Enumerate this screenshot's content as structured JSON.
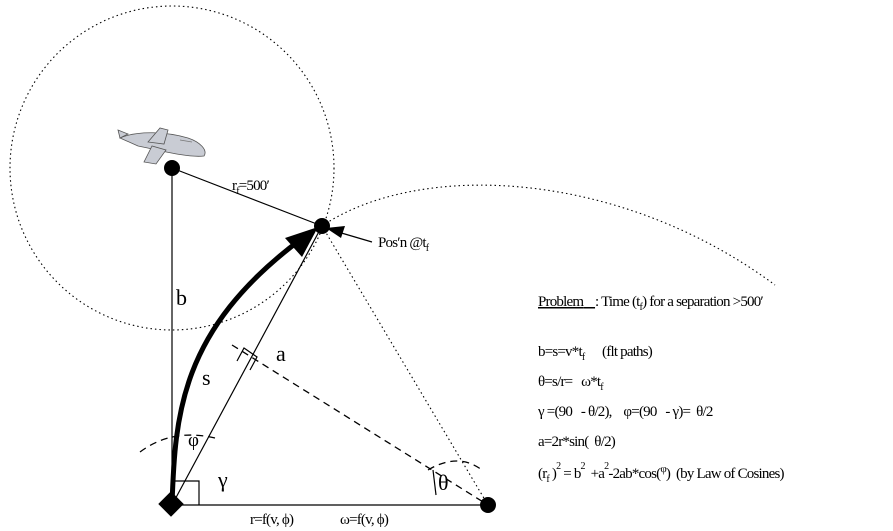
{
  "labels": {
    "rf": "r",
    "rf_sub": "f",
    "rf_val": "=500′",
    "b": "b",
    "a": "a",
    "s": "s",
    "phi": "φ",
    "gamma": "γ",
    "theta": "θ",
    "posn": "Pos′n @t",
    "posn_sub": "f",
    "bottom1": "r=f(v,   ϕ)",
    "bottom2": "ω=f(v,   ϕ)"
  },
  "problem": {
    "title": "Problem",
    "title_pad": "    ",
    "desc_a": ": Time (t",
    "desc_sub": "f",
    "desc_b": ") for a separation >500′"
  },
  "equations": {
    "eq1_a": "b=s=v*t",
    "eq1_sub": "f",
    "eq1_b": "      (flt paths)",
    "eq2_a": "θ=s/r=   ω*t",
    "eq2_sub": "f",
    "eq3": "γ =(90   - θ/2),    φ=(90   - γ)=  θ/2",
    "eq4": "a=2r*sin(  θ/2)",
    "eq5_a": "(r",
    "eq5_sub": "f",
    "eq5_b": " )",
    "eq5_sup": "2",
    "eq5_c": " = b",
    "eq5_sup2": "2",
    "eq5_d": "  +a",
    "eq5_sup3": "2",
    "eq5_e": "-2ab*cos(",
    "eq5_f": "φ",
    "eq5_g": ")  (by Law of Cosines)"
  },
  "colors": {
    "ink": "#000000",
    "airplane": "#c9ccd4"
  }
}
